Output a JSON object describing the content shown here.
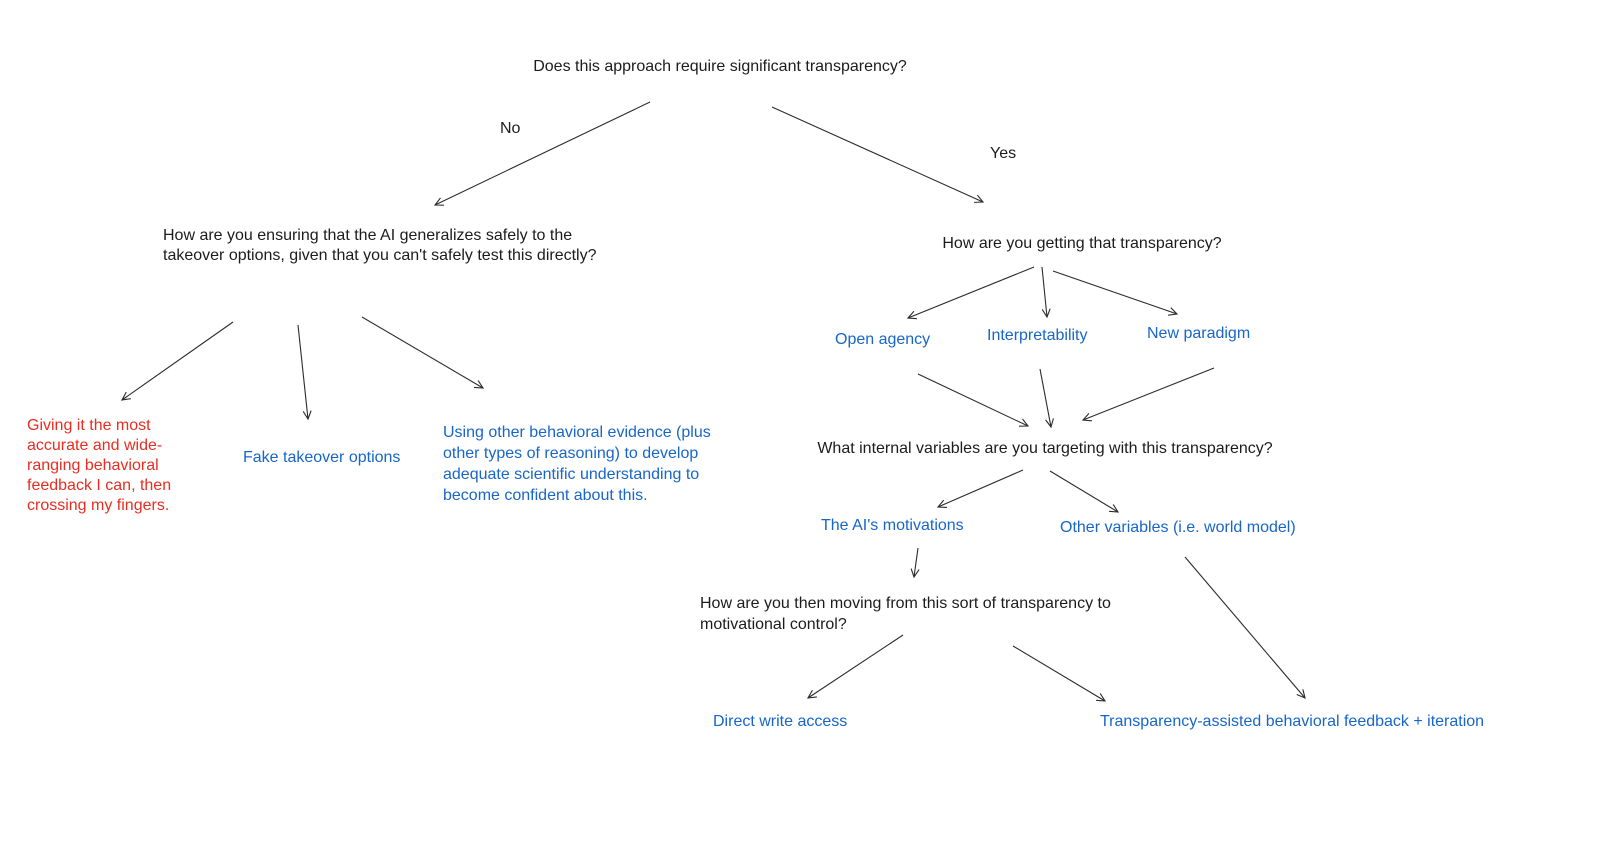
{
  "diagram": {
    "root": {
      "question": "Does this approach require significant transparency?"
    },
    "edge_labels": {
      "no": "No",
      "yes": "Yes"
    },
    "no_branch": {
      "question": "How are you ensuring that the AI generalizes safely to the takeover options, given that you can't safely test this directly?",
      "leaf_red": "Giving it the most accurate and wide-ranging behavioral feedback I can, then crossing my fingers.",
      "leaf_fake": "Fake takeover options",
      "leaf_evidence": "Using other behavioral evidence (plus other types of reasoning) to develop adequate scientific understanding to become confident about this."
    },
    "yes_branch": {
      "question_transparency": "How are you getting that transparency?",
      "methods": [
        "Open agency",
        "Interpretability",
        "New paradigm"
      ],
      "question_variables": "What internal variables are you targeting with this transparency?",
      "variables": [
        "The AI's motivations",
        "Other variables (i.e. world model)"
      ],
      "question_control": "How are you then moving from this sort of transparency to motivational control?",
      "outcomes": [
        "Direct write access",
        "Transparency-assisted behavioral feedback + iteration"
      ]
    },
    "colors": {
      "question_text": "#1c1c1c",
      "option_blue": "#1766c8",
      "warning_red": "#e62e21",
      "arrow": "#2b2b2b",
      "background": "#ffffff"
    }
  }
}
